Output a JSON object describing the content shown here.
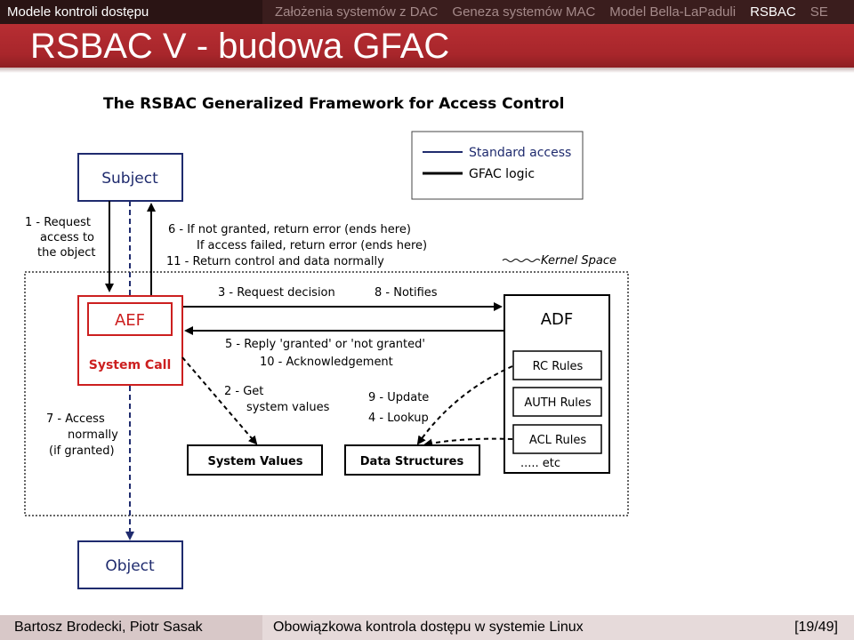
{
  "header": {
    "section_left": "Modele kontroli dostępu",
    "nav": [
      {
        "label": "Założenia systemów z DAC",
        "active": false
      },
      {
        "label": "Geneza systemów MAC",
        "active": false
      },
      {
        "label": "Model Bella-LaPaduli",
        "active": false
      },
      {
        "label": "RSBAC",
        "active": true
      },
      {
        "label": "SE",
        "active": false
      }
    ]
  },
  "slide": {
    "title": "RSBAC V - budowa GFAC"
  },
  "diagram": {
    "title": "The RSBAC Generalized Framework for Access Control",
    "legend": {
      "standard": "Standard access",
      "gfac": "GFAC logic"
    },
    "colors": {
      "blue": "#1f2b6e",
      "red": "#cc1f1f",
      "black": "#000000"
    },
    "subject": "Subject",
    "object": "Object",
    "aef": "AEF",
    "system_call": "System Call",
    "adf": "ADF",
    "rules": [
      "RC Rules",
      "AUTH Rules",
      "ACL Rules"
    ],
    "etc": "..... etc",
    "kernel_space": "Kernel Space",
    "system_values": "System Values",
    "data_structures": "Data Structures",
    "step1": [
      "1 - Request",
      "access to",
      "the object"
    ],
    "step6": "6  - If not granted, return error (ends here)",
    "step6b": "If access failed, return error (ends here)",
    "step11": "11 - Return control and data normally",
    "step3": "3 - Request decision",
    "step8": "8 - Notifies",
    "step5": "5 - Reply 'granted' or 'not granted'",
    "step10": "10 - Acknowledgement",
    "step2": [
      "2 - Get",
      "system values"
    ],
    "step9": "9 - Update",
    "step4": "4 - Lookup",
    "step7": [
      "7 -  Access",
      "normally",
      "(if granted)"
    ]
  },
  "footer": {
    "authors": "Bartosz Brodecki, Piotr Sasak",
    "talk": "Obowiązkowa kontrola dostępu w systemie Linux",
    "page": "[19/49]"
  }
}
